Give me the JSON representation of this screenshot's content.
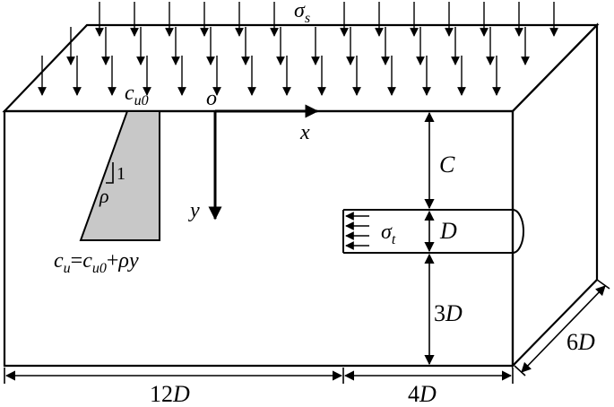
{
  "labels": {
    "sigma_s": "σ",
    "sigma_s_sub": "s",
    "cu0": "c",
    "cu0_sub": "u0",
    "origin": "o",
    "x_axis": "x",
    "y_axis": "y",
    "slope_one": "1",
    "rho": "ρ",
    "cu_formula_c": "c",
    "cu_formula_sub": "u",
    "cu_formula_eq": "=",
    "cu_formula_c2": "c",
    "cu_formula_sub2": "u0",
    "cu_formula_plus": "+",
    "cu_formula_rho": "ρ",
    "cu_formula_y": "y",
    "cover": "C",
    "diameter": "D",
    "sigma_t": "σ",
    "sigma_t_sub": "t",
    "below_num": "3",
    "below_d": "D",
    "width_num": "12",
    "width_d": "D",
    "right_num": "4",
    "right_d": "D",
    "depth_num": "6",
    "depth_d": "D"
  },
  "colors": {
    "stroke": "#000000",
    "shade": "#c8c8c8"
  }
}
